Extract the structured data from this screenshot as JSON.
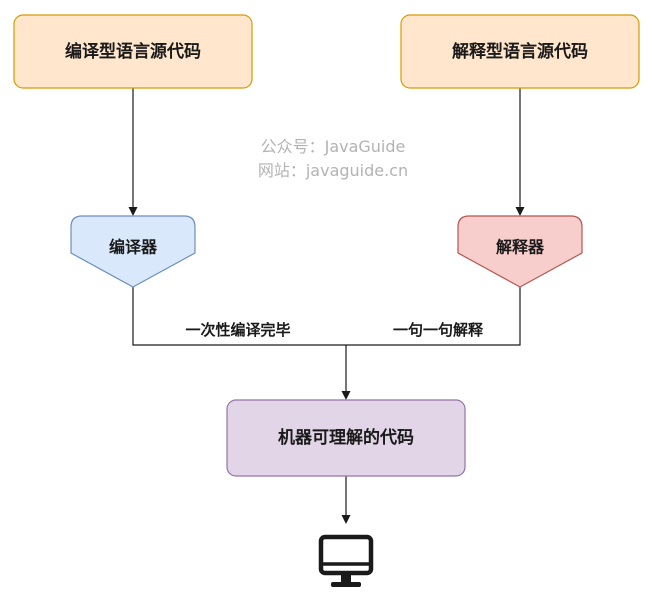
{
  "nodes": {
    "compiled_source": {
      "label": "编译型语言源代码",
      "fill": "#ffe6cc",
      "stroke": "#d79b00"
    },
    "interpreted_source": {
      "label": "解释型语言源代码",
      "fill": "#ffe6cc",
      "stroke": "#d79b00"
    },
    "compiler": {
      "label": "编译器",
      "fill": "#dae8fc",
      "stroke": "#6c8ebf"
    },
    "interpreter": {
      "label": "解释器",
      "fill": "#f8cecc",
      "stroke": "#b85450"
    },
    "machine_code": {
      "label": "机器可理解的代码",
      "fill": "#e1d5e7",
      "stroke": "#9673a6"
    }
  },
  "edges": {
    "compile_once": {
      "label": "一次性编译完毕"
    },
    "interpret_line": {
      "label": "一句一句解释"
    }
  },
  "watermark": {
    "line1": "公众号：JavaGuide",
    "line2": "网站：javaguide.cn"
  },
  "icons": {
    "computer": "monitor-icon"
  },
  "colors": {
    "line": "#1a1a1a",
    "watermark": "#b3b3b3"
  }
}
